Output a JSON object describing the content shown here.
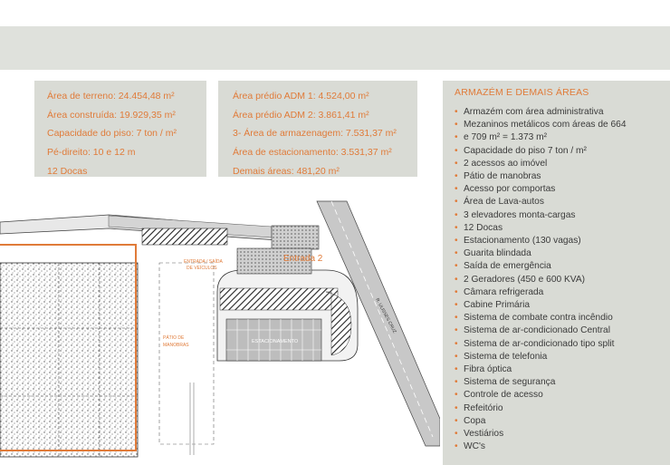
{
  "terrain_stats": [
    "Área de terreno: 24.454,48 m²",
    "Área construída: 19.929,35 m²",
    "Capacidade do piso: 7 ton / m²",
    "Pé-direito: 10 e 12 m",
    "12 Docas"
  ],
  "building_stats": [
    "Área prédio ADM 1: 4.524,00 m²",
    "Área prédio ADM 2: 3.861,41 m²",
    "3- Área de armazenagem: 7.531,37 m²",
    "Área de estacionamento: 3.531,37 m²",
    "Demais áreas: 481,20 m²"
  ],
  "features": {
    "title": "ARMAZÉM E DEMAIS ÁREAS",
    "items": [
      "Armazém com área administrativa",
      "Mezaninos metálicos com áreas de 664",
      "e 709 m² = 1.373 m²",
      "Capacidade do piso 7 ton / m²",
      "2 acessos ao imóvel",
      "Pátio de manobras",
      "Acesso por comportas",
      "Área de Lava-autos",
      "3 elevadores monta-cargas",
      "12 Docas",
      "Estacionamento (130 vagas)",
      "Guarita blindada",
      "Saída de emergência",
      "2 Geradores (450 e 600 KVA)",
      "Câmara refrigerada",
      "Cabine Primária",
      "Sistema de combate contra incêndio",
      "Sistema de ar-condicionado Central",
      "Sistema de ar-condicionado tipo split",
      "Sistema de telefonia",
      "Fibra óptica",
      "Sistema de segurança",
      "Controle de acesso",
      "Refeitório",
      "Copa",
      "Vestiários",
      "WC's"
    ]
  },
  "plan": {
    "entrance_2": "Entrada 2",
    "entrance_exit": "ENTRADA / SAÍDA",
    "vehicles": "DE VEÍCULOS",
    "yard_1": "PÁTIO DE",
    "yard_2": "MANOBRAS",
    "parking": "ESTACIONAMENTO",
    "street": "R. ULISSES CRUZ"
  },
  "colors": {
    "accent": "#e07b39",
    "panel": "#d9dbd5",
    "banner": "#dfe1dc"
  }
}
